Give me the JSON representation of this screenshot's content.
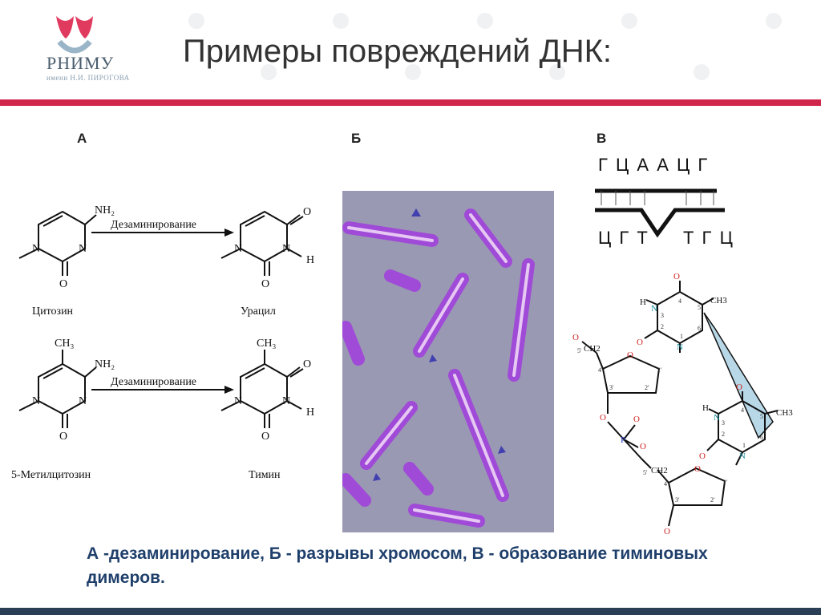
{
  "logo": {
    "name": "РНИМУ",
    "sub": "имени Н.И. ПИРОГОВА"
  },
  "title": "Примеры повреждений ДНК:",
  "panels": {
    "a": "А",
    "b": "Б",
    "v": "В"
  },
  "reaction": {
    "arrow_label": "Дезаминирование",
    "cytosine": "Цитозин",
    "uracil": "Урацил",
    "methylcytosine": "5-Метилцитозин",
    "thymine": "Тимин",
    "nh2": "NH₂",
    "ch3": "CH₃",
    "o": "O",
    "n": "N",
    "h": "H"
  },
  "dimer": {
    "top_seq": "Г Ц  А А  Ц  Г",
    "bottom_left": "Ц Г Т",
    "bottom_right": "Т Г Ц",
    "labels": {
      "ch3": "CH3",
      "ch2": "CH2",
      "p": "P",
      "o": "O",
      "h": "H",
      "n3": "N",
      "n1": "N",
      "five_prime": "5'",
      "four_prime": "4'",
      "three_prime": "3'",
      "two_prime": "2'",
      "one_prime": "1'",
      "n_sub3": "3",
      "n_sub1": "1",
      "ring2": "2",
      "ring4": "4",
      "ring5": "5",
      "ring6": "6"
    }
  },
  "caption": "А -дезаминирование, Б - разрывы хромосом, В - образование тиминовых димеров.",
  "colors": {
    "accent": "#d0264b",
    "caption": "#1f3f6b",
    "chromosome": "#a04ad8",
    "micro_bg": "#9a99b3",
    "dimer_bond": "#b8d8e8",
    "oxygen": "#d02020",
    "nitrogen": "#1a8fa0"
  }
}
